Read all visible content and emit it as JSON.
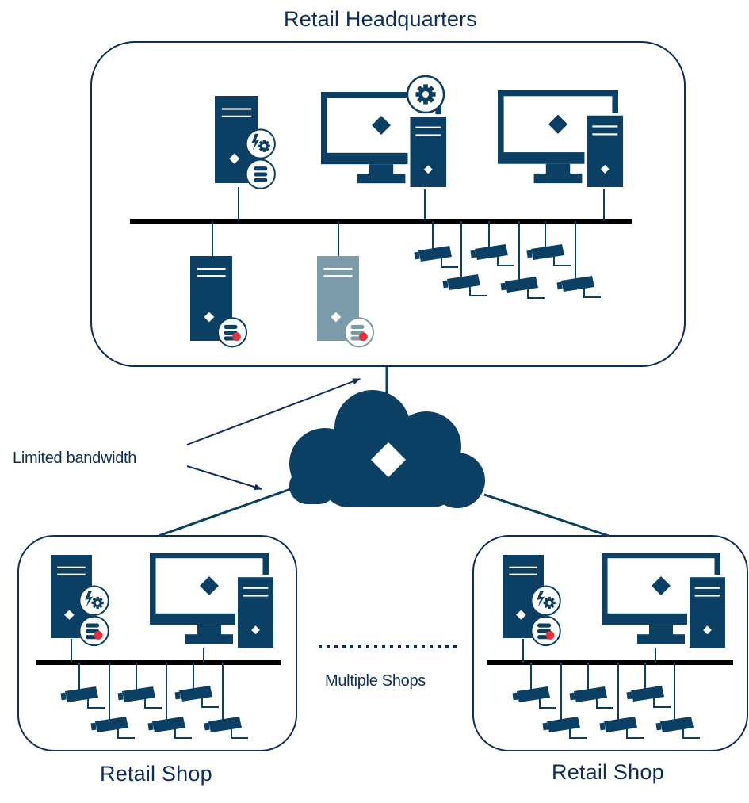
{
  "labels": {
    "headquarters": "Retail Headquarters",
    "limited_bandwidth": "Limited bandwidth",
    "multiple_shops": "Multiple Shops",
    "shop_left": "Retail Shop",
    "shop_right": "Retail Shop"
  },
  "colors": {
    "primary": "#0b3f63",
    "secondary_server": "#7c9aa8",
    "outline": "#0d2d5e",
    "network_line": "#000000",
    "recording_dot": "#e8303a"
  },
  "icons": {
    "management_server": "lightning-gear-database-icon",
    "recording_server": "recording-database-icon",
    "failover_recording_server": "recording-database-icon",
    "client_workstation": "monitor-tower-icon",
    "admin_workstation": "monitor-tower-gear-icon",
    "camera": "camera-icon",
    "cloud": "cloud-icon"
  }
}
